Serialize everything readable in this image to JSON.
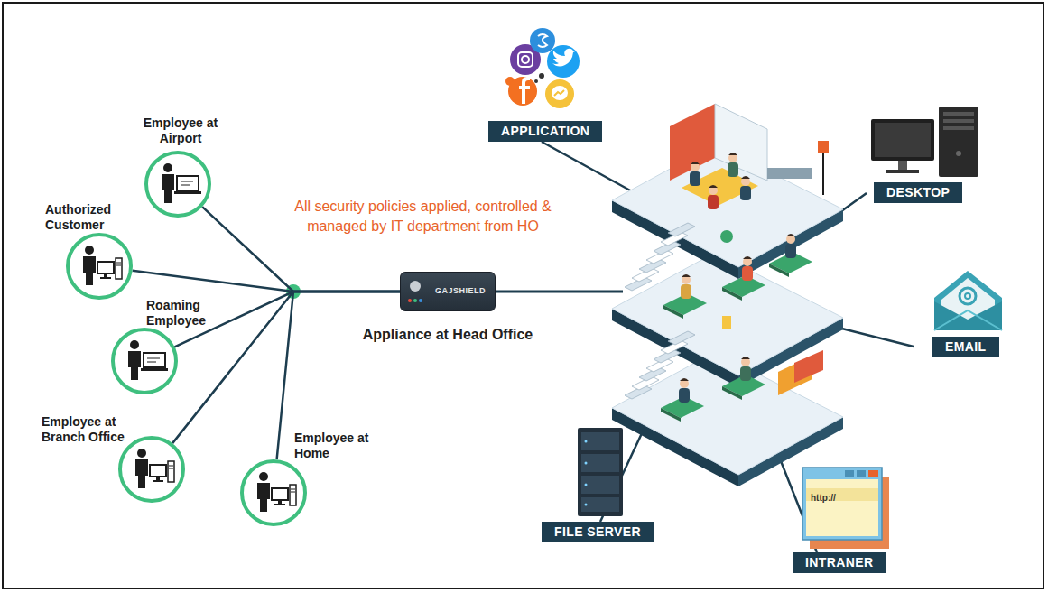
{
  "diagram": {
    "nodes": [
      {
        "text": [
          "Employee at Airport"
        ]
      },
      {
        "text": [
          "Authorized Customer"
        ]
      },
      {
        "text": [
          "Roaming Employee"
        ]
      },
      {
        "text": [
          "Employee at Branch Office"
        ]
      },
      {
        "text": [
          "Employee at Home"
        ]
      },
      {
        "text": [
          "GAJSHIELD",
          "Appliance at Head Office"
        ]
      },
      {
        "text": [
          "APPLICATION"
        ]
      },
      {
        "text": [
          "DESKTOP"
        ]
      },
      {
        "text": [
          "EMAIL"
        ]
      },
      {
        "text": [
          "FILE SERVER"
        ]
      },
      {
        "text": [
          "INTRANER"
        ]
      }
    ],
    "edges": [
      {
        "from": 0,
        "to": 5,
        "arrow": "none"
      },
      {
        "from": 1,
        "to": 5,
        "arrow": "none"
      },
      {
        "from": 2,
        "to": 5,
        "arrow": "none"
      },
      {
        "from": 3,
        "to": 5,
        "arrow": "none"
      },
      {
        "from": 4,
        "to": 5,
        "arrow": "none"
      }
    ],
    "labels": [
      "All security policies applied, controlled & managed by IT department from HO",
      "http://"
    ]
  }
}
